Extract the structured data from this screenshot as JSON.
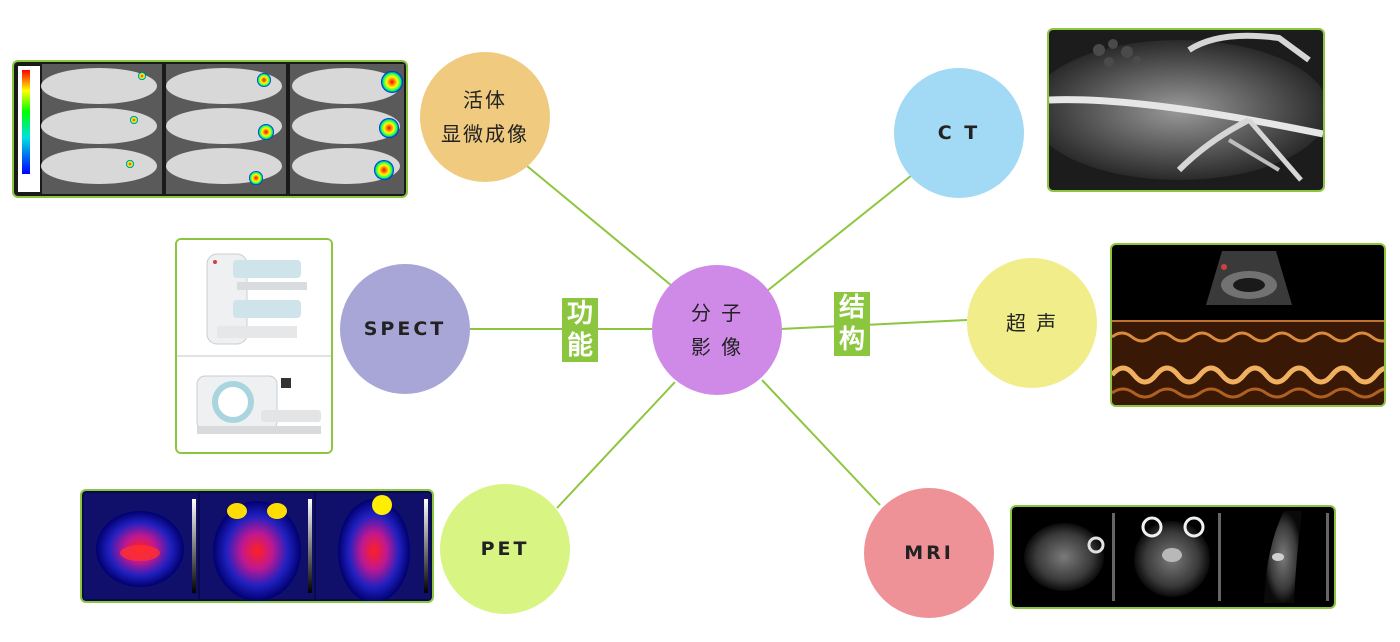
{
  "center": {
    "line1": "分 子",
    "line2": "影 像",
    "color": "#cf8ae8"
  },
  "tags": {
    "functional": [
      "功",
      "能"
    ],
    "structural": [
      "结",
      "构"
    ],
    "color": "#8cc63f"
  },
  "nodes": {
    "optical": {
      "line1": "活体",
      "line2": "显微成像",
      "color": "#f0cb7f"
    },
    "spect": {
      "label": "SPECT",
      "color": "#a8a6d6"
    },
    "pet": {
      "label": "PET",
      "color": "#d8f483"
    },
    "ct": {
      "label": "C T",
      "color": "#a2d9f4"
    },
    "ultrasound": {
      "label": "超 声",
      "color": "#f1ed8a"
    },
    "mri": {
      "label": "MRI",
      "color": "#ef9297"
    }
  },
  "line_color": "#8cc63f"
}
